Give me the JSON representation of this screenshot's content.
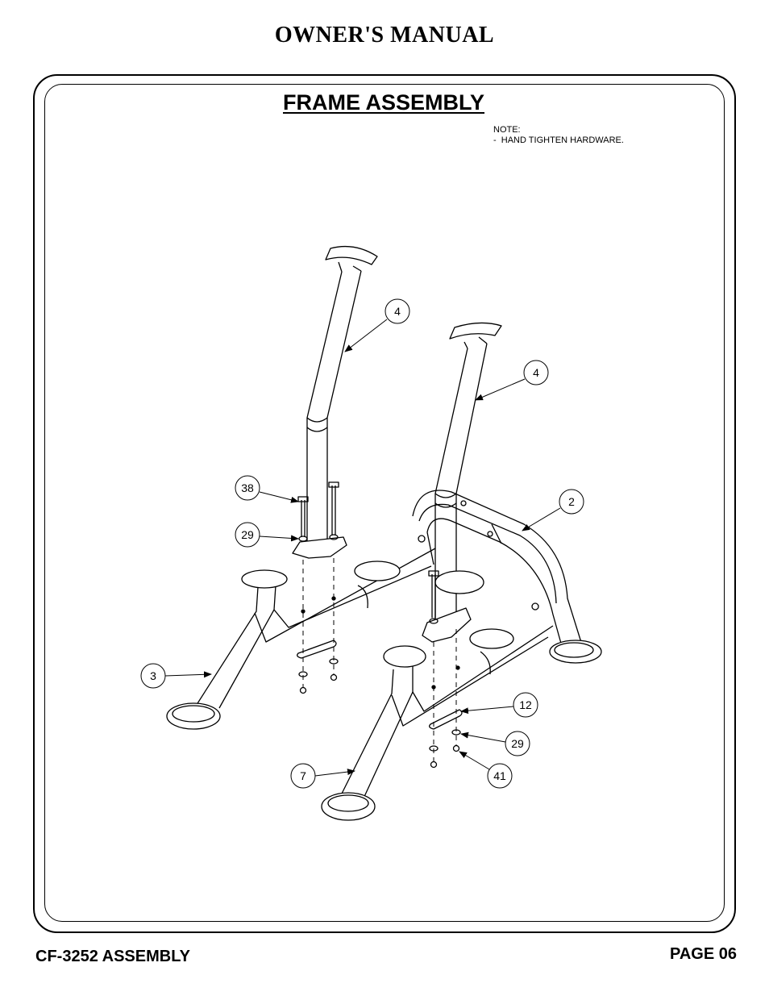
{
  "header": {
    "title": "OWNER'S MANUAL"
  },
  "section": {
    "title": "FRAME ASSEMBLY"
  },
  "note": {
    "label": "NOTE:",
    "line1": "-  HAND TIGHTEN HARDWARE."
  },
  "callouts": {
    "c4a": "4",
    "c4b": "4",
    "c2": "2",
    "c38": "38",
    "c29a": "29",
    "c3": "3",
    "c12": "12",
    "c29b": "29",
    "c41": "41",
    "c7": "7"
  },
  "footer": {
    "model": "CF-3252 ASSEMBLY",
    "page": "PAGE 06"
  }
}
